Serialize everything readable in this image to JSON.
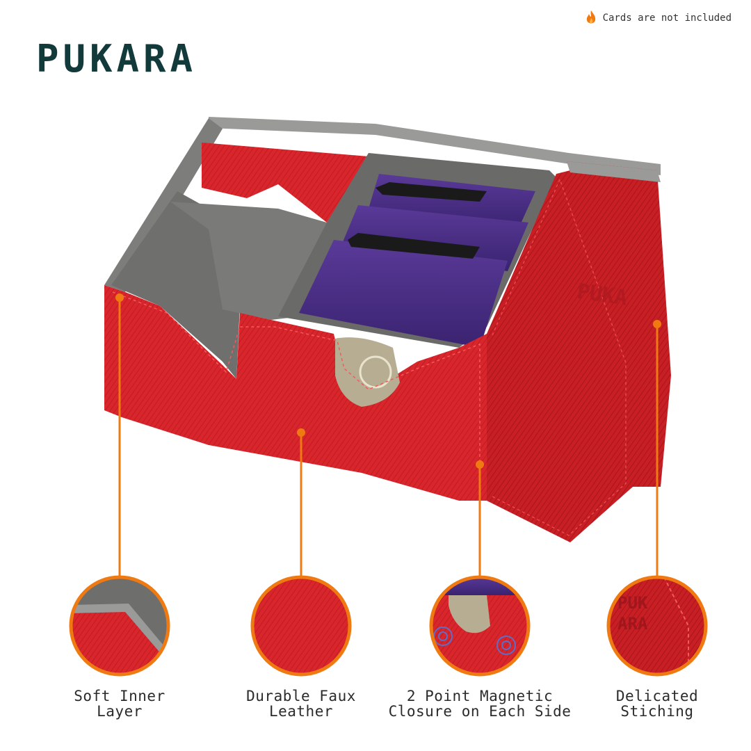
{
  "brand": {
    "name": "PUKARA"
  },
  "notice": {
    "text": "Cards are not included",
    "icon": "flame-icon"
  },
  "colors": {
    "accent": "#f07a12",
    "leather": "#d6242a",
    "leather_dark": "#a8151b",
    "felt": "#8a8a88",
    "cards": "#4b2f86",
    "brand_text": "#123a3a"
  },
  "callouts": [
    {
      "label": "Soft Inner Layer"
    },
    {
      "label": "Durable Faux Leather"
    },
    {
      "label": "2 Point Magnetic Closure on Each Side"
    },
    {
      "label": "Delicated Stiching"
    }
  ]
}
